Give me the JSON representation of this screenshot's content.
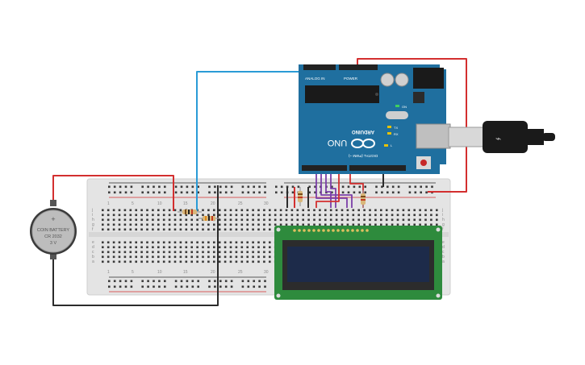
{
  "battery": {
    "label_line1": "COIN BATTERY",
    "label_line2": "CR 2032",
    "label_line3": "3 V",
    "plus": "+"
  },
  "arduino": {
    "brand": "ARDUINO",
    "model": "UNO",
    "digital_label": "DIGITAL (PWM ~)",
    "analog_label": "ANALOG IN",
    "power_label": "POWER",
    "tx": "TX",
    "rx": "RX",
    "led_l": "L",
    "on": "ON"
  },
  "breadboard": {
    "col_numbers": [
      "1",
      "5",
      "10",
      "15",
      "20",
      "25",
      "30"
    ],
    "row_letters_top": [
      "j",
      "i",
      "h",
      "g",
      "f"
    ],
    "row_letters_bottom": [
      "e",
      "d",
      "c",
      "b",
      "a"
    ]
  },
  "colors": {
    "wire_red": "#d32f2f",
    "wire_blue": "#2a9bd6",
    "wire_black": "#2b2b2b",
    "wire_purple": "#7b3fa8",
    "arduino_blue": "#1f6f9f",
    "lcd_green": "#2e8b3d",
    "lcd_screen": "#1d2b4a",
    "breadboard": "#e4e4e4"
  }
}
